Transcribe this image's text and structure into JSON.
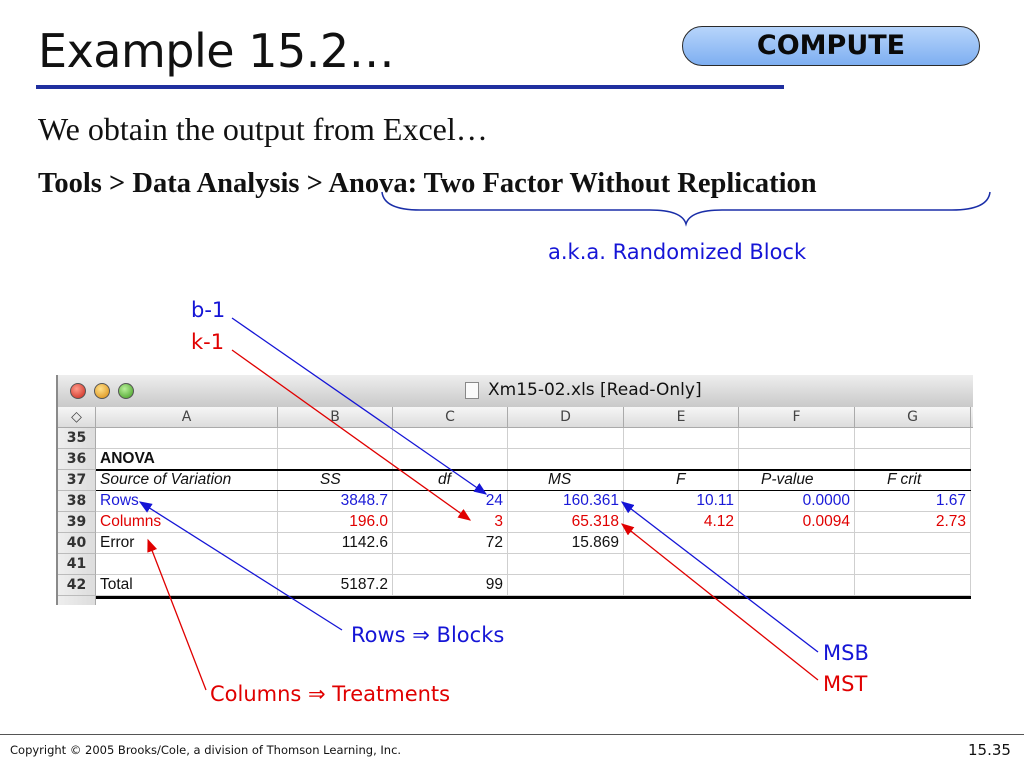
{
  "slide": {
    "title": "Example 15.2…",
    "compute_label": "COMPUTE",
    "subtitle": "We obtain the output from Excel…",
    "menu_path": "Tools > Data Analysis > Anova: Two Factor Without Replication",
    "brace_note": "a.k.a. Randomized Block",
    "note_b1": "b-1",
    "note_k1": "k-1",
    "note_rows_blocks": "Rows ⇒ Blocks",
    "note_cols_treat": "Columns ⇒ Treatments",
    "note_msb": "MSB",
    "note_mst": "MST",
    "copyright": "Copyright © 2005 Brooks/Cole, a division of Thomson Learning, Inc.",
    "slide_number": "15.35"
  },
  "window": {
    "title": "Xm15-02.xls  [Read-Only]",
    "corner": "◇",
    "columns": [
      "A",
      "B",
      "C",
      "D",
      "E",
      "F",
      "G"
    ]
  },
  "sheet": {
    "row_numbers": [
      "35",
      "36",
      "37",
      "38",
      "39",
      "40",
      "41",
      "42"
    ],
    "anova_label": "ANOVA",
    "headers": {
      "source": "Source of Variation",
      "ss": "SS",
      "df": "df",
      "ms": "MS",
      "f": "F",
      "p_value": "P-value",
      "f_crit": "F crit"
    },
    "rows": {
      "source": "Rows",
      "ss": "3848.7",
      "df": "24",
      "ms": "160.361",
      "f": "10.11",
      "p_value": "0.0000",
      "f_crit": "1.67"
    },
    "columns": {
      "source": "Columns",
      "ss": "196.0",
      "df": "3",
      "ms": "65.318",
      "f": "4.12",
      "p_value": "0.0094",
      "f_crit": "2.73"
    },
    "error": {
      "source": "Error",
      "ss": "1142.6",
      "df": "72",
      "ms": "15.869"
    },
    "total": {
      "source": "Total",
      "ss": "5187.2",
      "df": "99"
    }
  },
  "colors": {
    "title_rule": "#1f2f9f",
    "blue_annotation": "#1515d6",
    "red_annotation": "#e00000",
    "compute_fill": "#9cc3f6"
  }
}
